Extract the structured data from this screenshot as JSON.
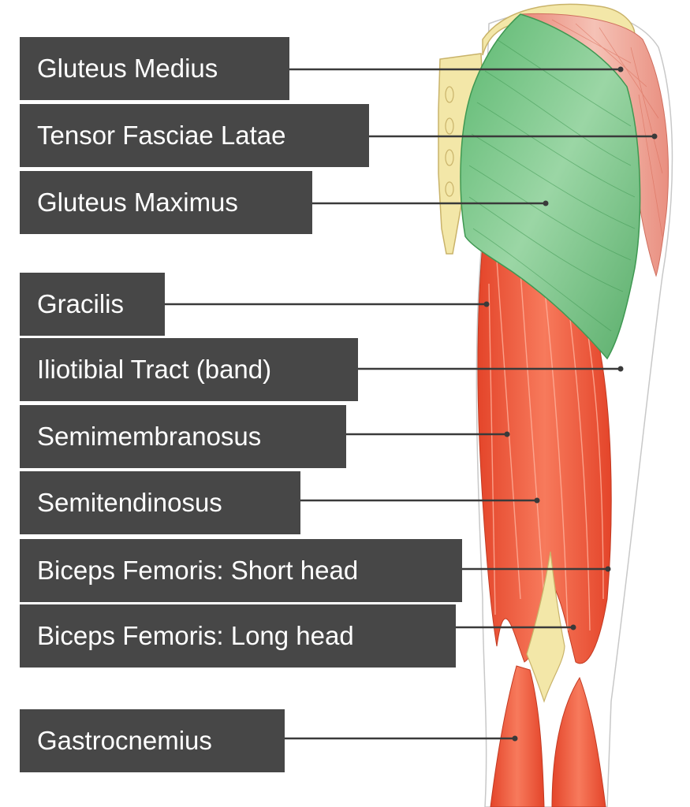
{
  "labels": [
    "Gluteus Medius",
    "Tensor Fasciae Latae",
    "Gluteus Maximus",
    "Gracilis",
    "Iliotibial Tract (band)",
    "Semimembranosus",
    "Semitendinosus",
    "Biceps Femoris: Short head",
    "Biceps Femoris: Long head",
    "Gastrocnemius"
  ],
  "colors": {
    "label_bg": "#474747",
    "label_text": "#ffffff",
    "leader_line": "#3a3a3a",
    "highlight_muscle": "#7dc98a",
    "muscle": "#f0573a",
    "bone": "#f3e7a8",
    "fascia": "#ffffff"
  }
}
